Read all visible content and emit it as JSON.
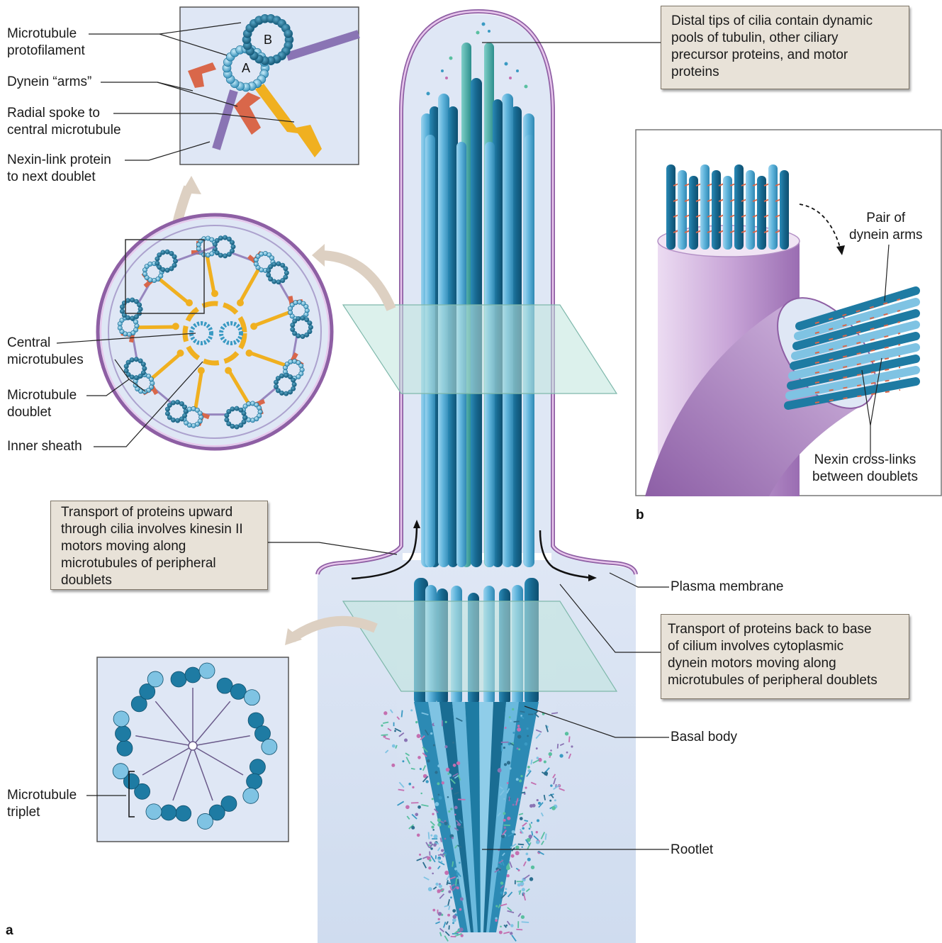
{
  "panel_a": {
    "letter": "a",
    "inset_letters": {
      "a_tubule": "A",
      "b_tubule": "B"
    },
    "labels": {
      "protofilament": [
        "Microtubule",
        "protofilament"
      ],
      "dynein_arms": [
        "Dynein “arms”"
      ],
      "radial_spoke": [
        "Radial spoke to",
        "central microtubule"
      ],
      "nexin_link": [
        "Nexin-link protein",
        "to next doublet"
      ],
      "central_microtubules": [
        "Central",
        "microtubules"
      ],
      "doublet": [
        "Microtubule",
        "doublet"
      ],
      "inner_sheath": [
        "Inner sheath"
      ],
      "triplet": [
        "Microtubule",
        "triplet"
      ],
      "plasma_membrane": [
        "Plasma membrane"
      ],
      "basal_body": [
        "Basal body"
      ],
      "rootlet": [
        "Rootlet"
      ]
    },
    "boxes": {
      "distal_tips": [
        "Distal tips of cilia contain dynamic",
        "pools of tubulin, other ciliary",
        "precursor proteins, and motor",
        "proteins"
      ],
      "transport_up": [
        "Transport of proteins upward",
        "through cilia involves kinesin II",
        "motors moving along",
        "microtubules of peripheral",
        "doublets"
      ],
      "transport_back": [
        "Transport of proteins back to base",
        "of cilium involves cytoplasmic",
        "dynein motors moving along",
        "microtubules of peripheral doublets"
      ]
    }
  },
  "panel_b": {
    "letter": "b",
    "labels": {
      "dynein_pair": [
        "Pair of",
        "dynein arms"
      ],
      "nexin_crosslinks": [
        "Nexin cross-links",
        "between doublets"
      ]
    }
  },
  "colors": {
    "tubule_light": "#7fc3e3",
    "tubule_dark": "#1e7ba3",
    "membrane": "#a57cb5",
    "cytoplasm": "#dfe6f4",
    "dynein": "#d9674a",
    "spoke": "#f0b020",
    "nexin": "#8a74b4",
    "box_fill": "#e8e2d8"
  }
}
